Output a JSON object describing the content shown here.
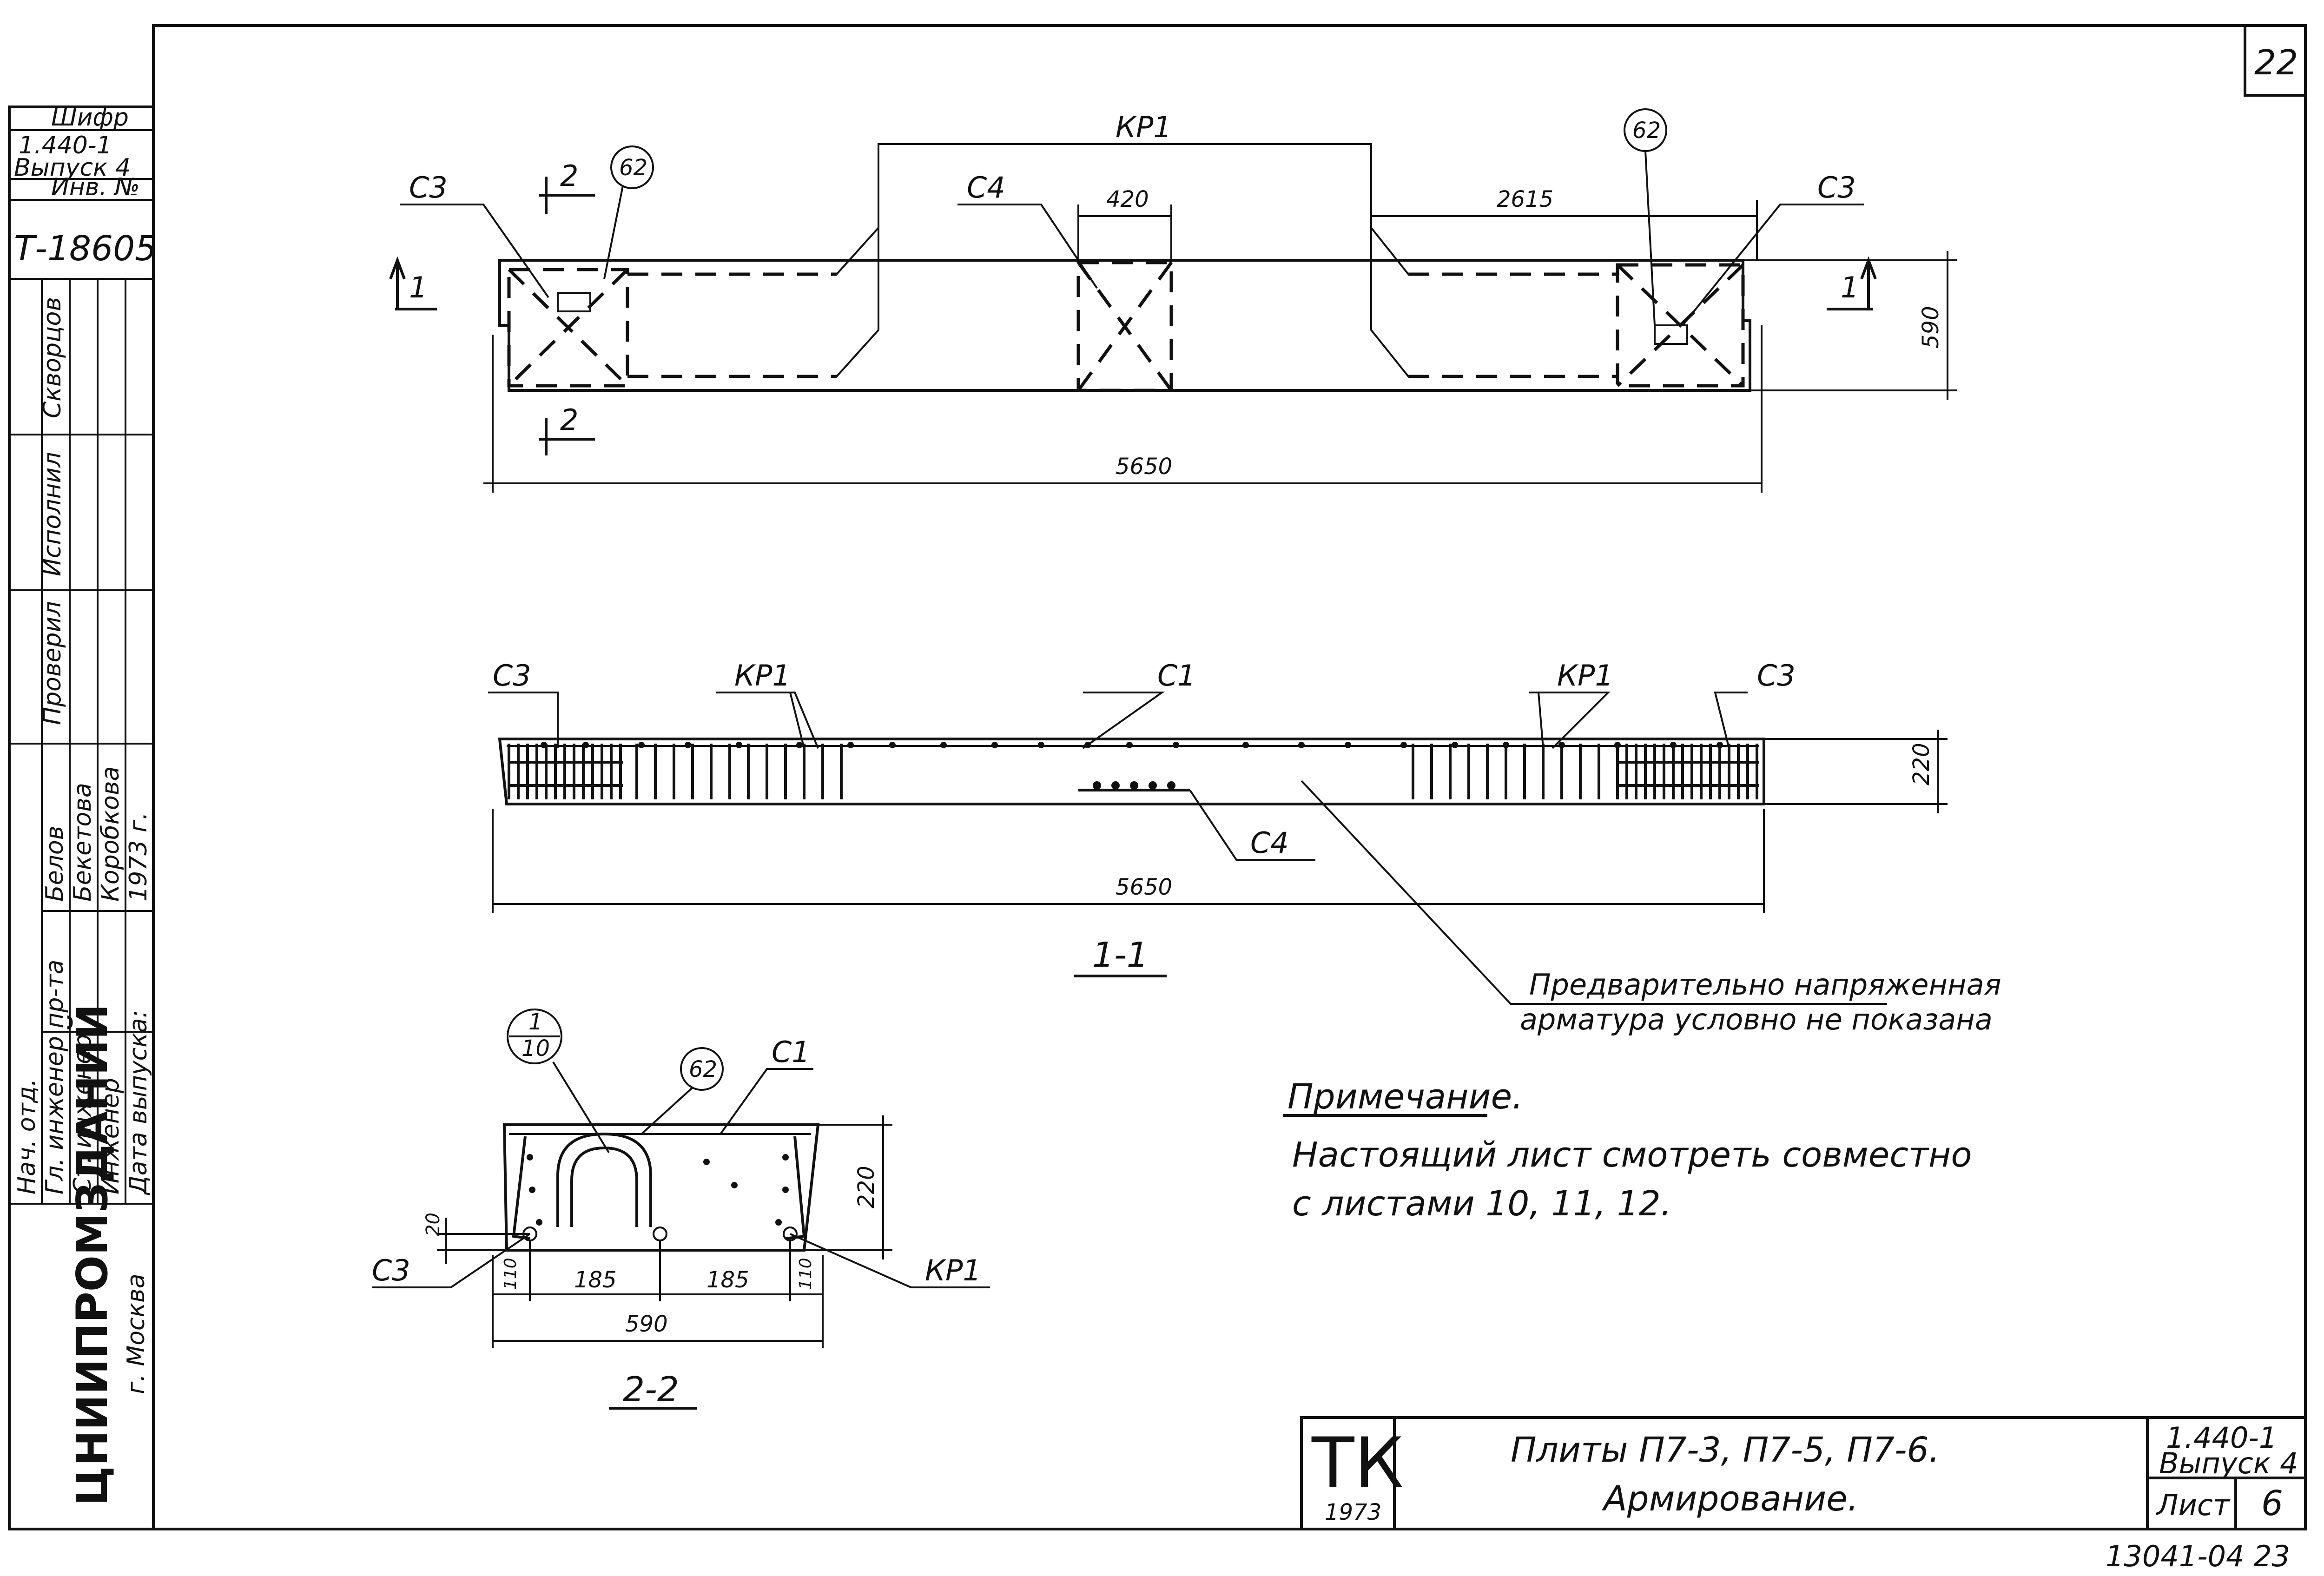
{
  "sheet_number": "22",
  "stamp_bottom": "13041-04 23",
  "side_block": {
    "cipher_label": "Шифр",
    "cipher_value_1": "1.440-1",
    "cipher_value_2": "Выпуск 4",
    "inv_label": "Инв. №",
    "inv_value": "Т-18605",
    "role_designed": "Скворцов",
    "role_checked": "Проверил",
    "role_executed": "Исполнил",
    "roles": [
      {
        "title": "Нач. отд.",
        "name": ""
      },
      {
        "title": "Гл. инженер пр-та",
        "name": "Белов"
      },
      {
        "title": "Ст. инженер",
        "name": "Бекетова"
      },
      {
        "title": "Инженер",
        "name": "Коробкова"
      },
      {
        "title": "Дата выпуска:",
        "name": "1973 г."
      }
    ],
    "org_name": "ЦНИИПРОМЗДАНИЙ",
    "org_city": "г. Москва"
  },
  "plan_view": {
    "label_kp1": "КР1",
    "label_c3_left": "С3",
    "label_c3_right": "С3",
    "label_c4": "С4",
    "callout_62_left": "62",
    "callout_62_right": "62",
    "dim_420": "420",
    "dim_2615": "2615",
    "dim_590": "590",
    "dim_5650": "5650",
    "section_1": "1",
    "section_2": "2"
  },
  "section_1_1": {
    "title": "1-1",
    "label_c3_left": "С3",
    "label_kp1_left": "КР1",
    "label_c1": "С1",
    "label_kp1_right": "КР1",
    "label_c3_right": "С3",
    "label_c4": "С4",
    "dim_220": "220",
    "dim_5650": "5650",
    "note_line_1": "Предварительно напряженная",
    "note_line_2": "арматура условно не показана"
  },
  "section_2_2": {
    "title": "2-2",
    "callout_top": "1",
    "callout_bottom": "10",
    "callout_62": "62",
    "label_c1": "С1",
    "label_c3": "С3",
    "label_kp1": "КР1",
    "dim_220": "220",
    "dim_20": "20",
    "dim_110_left": "110",
    "dim_185_left": "185",
    "dim_185_right": "185",
    "dim_110_right": "110",
    "dim_590": "590"
  },
  "note": {
    "title": "Примечание.",
    "line_1": "Настоящий лист смотреть совместно",
    "line_2": "с листами 10, 11, 12."
  },
  "title_block": {
    "logo": "ТК",
    "logo_year": "1973",
    "title_line_1": "Плиты П7-3, П7-5, П7-6.",
    "title_line_2": "Армирование.",
    "code_1": "1.440-1",
    "code_2": "Выпуск 4",
    "sheet_label": "Лист",
    "sheet_value": "6"
  }
}
